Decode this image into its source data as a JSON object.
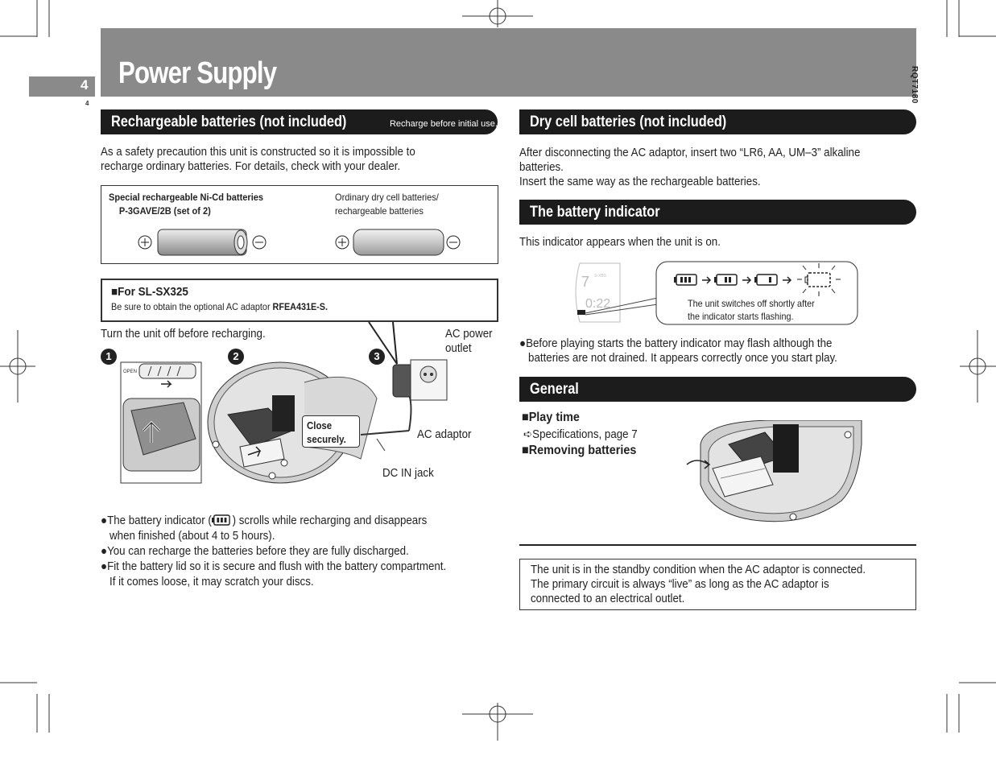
{
  "page": {
    "title": "Power Supply",
    "page_number": "4",
    "page_number_small": "4",
    "doc_code": "RQT7180"
  },
  "rechargeable": {
    "heading": "Rechargeable batteries (not included)",
    "subheading": "Recharge before initial use.",
    "intro_line1": "As a safety precaution this unit is constructed so it is impossible to",
    "intro_line2": "recharge ordinary batteries. For details, check with your dealer.",
    "special_label_line1": "Special rechargeable Ni-Cd batteries",
    "special_label_line2": "P-3GAVE/2B (set of 2)",
    "ordinary_label_line1": "Ordinary dry cell batteries/",
    "ordinary_label_line2": "rechargeable batteries",
    "note_title": "■For SL-SX325",
    "note_text": "Be sure to obtain the optional AC adaptor ",
    "note_model": "RFEA431E-S.",
    "turn_off": "Turn the unit off before recharging.",
    "steps": [
      "1",
      "2",
      "3"
    ],
    "label_ac_outlet_1": "AC power",
    "label_ac_outlet_2": "outlet",
    "label_ac_adaptor": "AC adaptor",
    "label_dc_in": "DC IN jack",
    "label_close_1": "Close",
    "label_close_2": "securely.",
    "label_open": "OPEN",
    "bullets": [
      {
        "a": "The battery indicator (",
        "b": ") scrolls while recharging and disappears",
        "c": "when finished (about 4 to 5 hours)."
      },
      {
        "a": "You can recharge the batteries before they are fully discharged."
      },
      {
        "a": "Fit the battery lid so it is secure and flush with the battery compartment.",
        "c": "If it comes loose, it may scratch your discs."
      }
    ]
  },
  "dry_cell": {
    "heading": "Dry cell batteries (not included)",
    "line1": "After disconnecting the AC adaptor, insert two “LR6, AA, UM–3” alkaline",
    "line2": "batteries.",
    "line3": "Insert the same way as the rechargeable batteries."
  },
  "battery_indicator": {
    "heading": "The battery indicator",
    "intro": "This indicator appears when the unit is on.",
    "display_track": "7",
    "display_time": "0:22",
    "display_small": "S-XBS",
    "callout_line1": "The unit switches off shortly after",
    "callout_line2": "the indicator starts flashing.",
    "note_line1": "Before playing starts the battery indicator may flash although the",
    "note_line2": "batteries are not drained. It appears correctly once you start play."
  },
  "general": {
    "heading": "General",
    "play_time": "■Play time",
    "play_time_ref": "Specifications, page 7",
    "removing": "■Removing batteries"
  },
  "standby": {
    "line1": "The unit is in the standby condition when the AC adaptor is connected.",
    "line2": "The primary circuit is always “live” as long as the AC adaptor is",
    "line3": "connected to an electrical outlet."
  },
  "colors": {
    "header_band": "#8a8a8a",
    "section_head": "#1c1c1c"
  }
}
